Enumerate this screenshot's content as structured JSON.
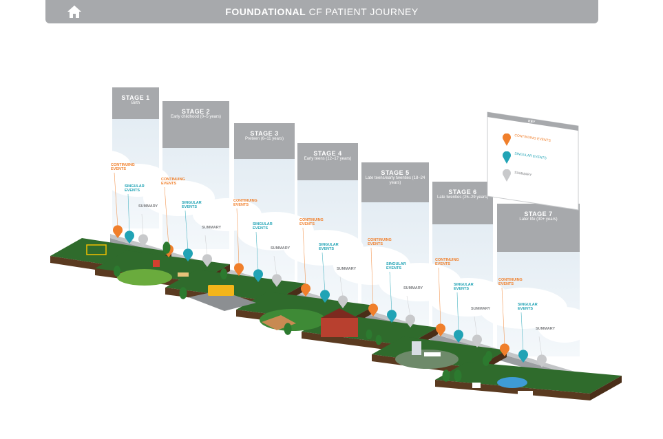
{
  "header": {
    "title_bold": "FOUNDATIONAL",
    "title_rest": " CF PATIENT JOURNEY",
    "home_icon": "home-icon"
  },
  "legend": {
    "heading": "KEY",
    "items": [
      {
        "label": "CONTINUING EVENTS",
        "color": "#f07f2b"
      },
      {
        "label": "SINGULAR EVENTS",
        "color": "#21a3b5"
      },
      {
        "label": "SUMMARY",
        "color": "#c8c9cb"
      }
    ]
  },
  "event_labels": {
    "continuing": [
      "CONTINUING",
      "EVENTS"
    ],
    "singular": [
      "SINGULAR",
      "EVENTS"
    ],
    "summary": "SUMMARY"
  },
  "stages": [
    {
      "title": "STAGE 1",
      "subtitle": "Birth"
    },
    {
      "title": "STAGE 2",
      "subtitle": "Early childhood (0–5 years)"
    },
    {
      "title": "STAGE 3",
      "subtitle": "Preteen (6–11 years)"
    },
    {
      "title": "STAGE 4",
      "subtitle": "Early teens (12–17 years)"
    },
    {
      "title": "STAGE 5",
      "subtitle": "Late teens/early twenties (18–24 years)"
    },
    {
      "title": "STAGE 6",
      "subtitle": "Late twenties (25–29 years)"
    },
    {
      "title": "STAGE 7",
      "subtitle": "Later life (30+ years)"
    }
  ],
  "colors": {
    "header_bg": "#a7a9ac",
    "continuing": "#f07f2b",
    "singular": "#21a3b5",
    "summary": "#c8c9cb",
    "grass": "#2f6b2c",
    "soil": "#5a3a20"
  }
}
